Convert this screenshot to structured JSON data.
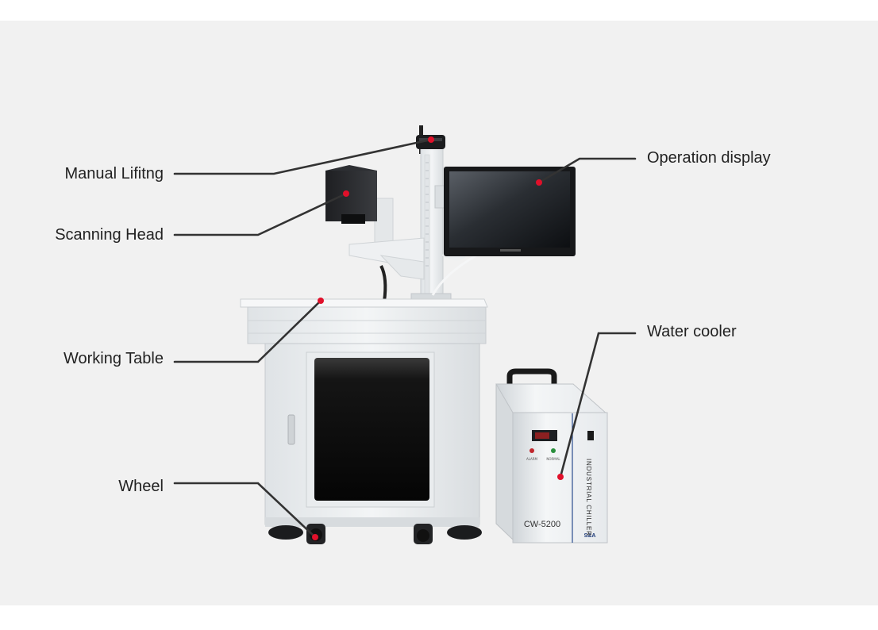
{
  "labels": {
    "manual_lifting": "Manual Lifitng",
    "scanning_head": "Scanning Head",
    "working_table": "Working Table",
    "wheel": "Wheel",
    "operation_display": "Operation display",
    "water_cooler": "Water cooler"
  },
  "chiller": {
    "side_text": "INDUSTRIAL CHILLER",
    "model": "CW-5200",
    "brand": "S&A",
    "alarm": "ALARM",
    "normal": "NORMAL"
  },
  "colors": {
    "background": "#f1f1f1",
    "leader_line": "#333333",
    "marker_dot": "#e0102a",
    "machine_body": "#eceff1"
  }
}
